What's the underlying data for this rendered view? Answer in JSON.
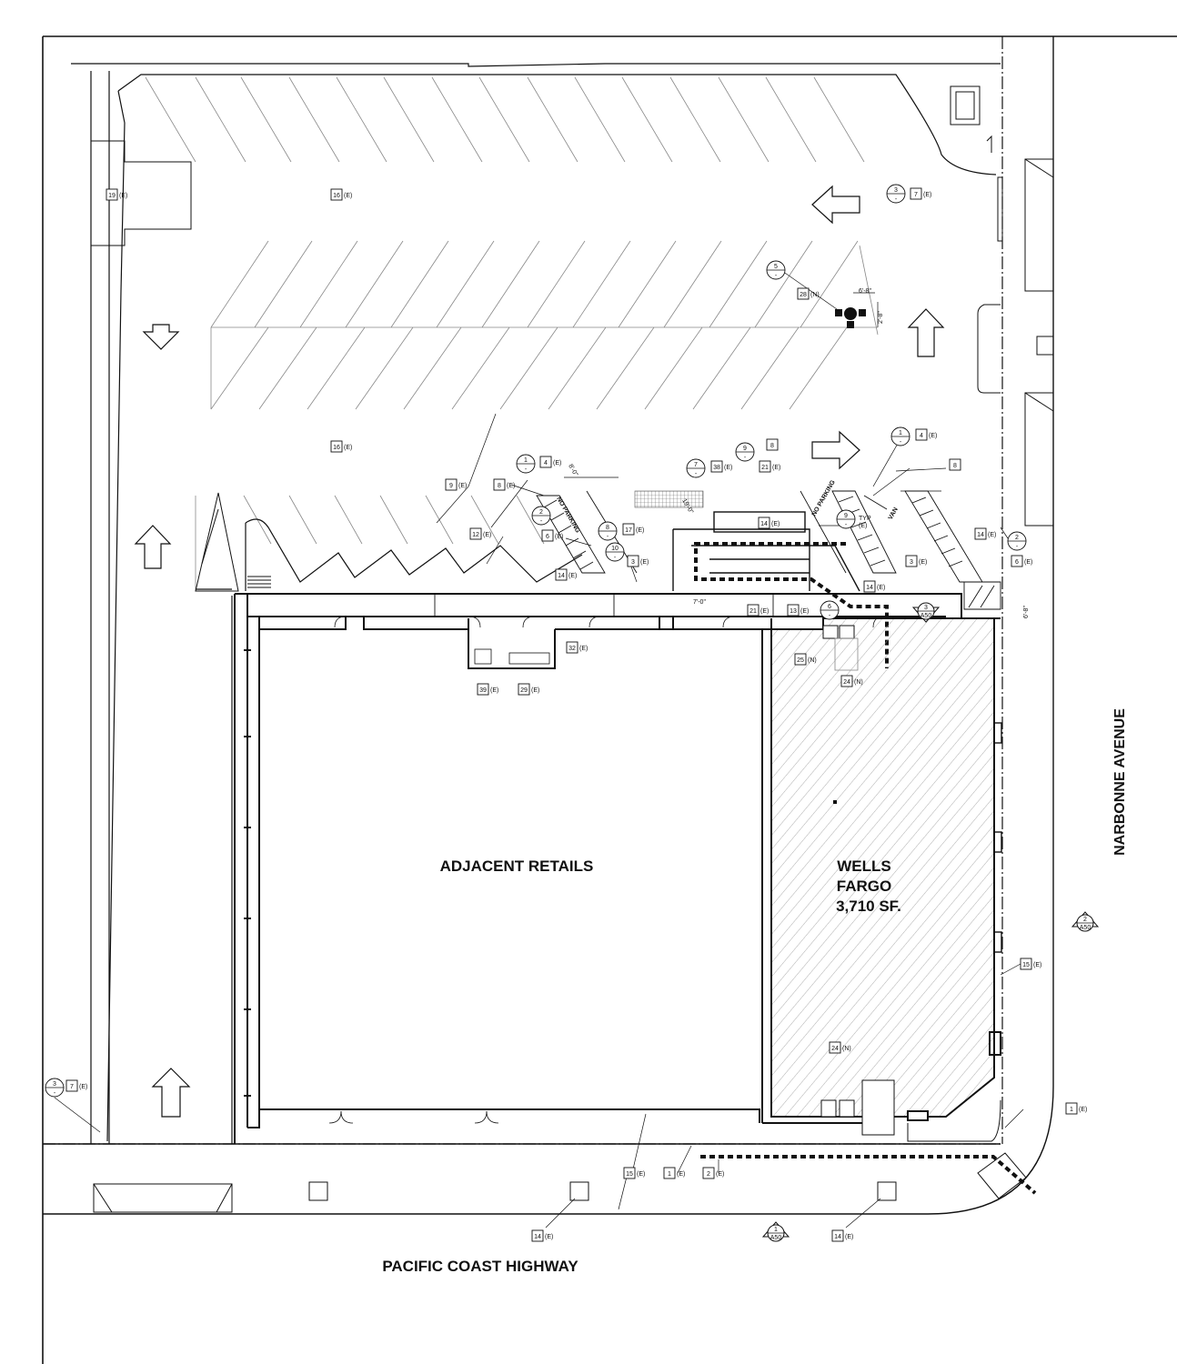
{
  "labels": {
    "adjacent": "ADJACENT RETAILS",
    "wells_line1": "WELLS",
    "wells_line2": "FARGO",
    "wells_line3": "3,710 SF.",
    "street_south": "PACIFIC COAST HIGHWAY",
    "street_east": "NARBONNE AVENUE",
    "no_parking": "NO PARKING",
    "van": "VAN",
    "typ": "TYP",
    "e_suffix": "(E)",
    "n_suffix": "(N)",
    "dash": "-",
    "sheet_a50": "A50",
    "dims": [
      "6'-8\"",
      "2'-8\"",
      "7'-0\"",
      "6'-8\"",
      "19'-0\"",
      "8'-0\""
    ]
  },
  "keynotes": [
    {
      "num": "19",
      "status": "(E)"
    },
    {
      "num": "16",
      "status": "(E)"
    },
    {
      "num": "7",
      "status": "(E)"
    },
    {
      "num": "28",
      "status": "(N)"
    },
    {
      "num": "16",
      "status": "(E)"
    },
    {
      "num": "4",
      "status": "(E)"
    },
    {
      "num": "8",
      "status": ""
    },
    {
      "num": "38",
      "status": "(E)"
    },
    {
      "num": "21",
      "status": "(E)"
    },
    {
      "num": "8",
      "status": ""
    },
    {
      "num": "4",
      "status": "(E)"
    },
    {
      "num": "9",
      "status": "(E)"
    },
    {
      "num": "8",
      "status": "(E)"
    },
    {
      "num": "12",
      "status": "(E)"
    },
    {
      "num": "6",
      "status": "(E)"
    },
    {
      "num": "17",
      "status": "(E)"
    },
    {
      "num": "3",
      "status": "(E)"
    },
    {
      "num": "14",
      "status": "(E)"
    },
    {
      "num": "14",
      "status": "(E)"
    },
    {
      "num": "3",
      "status": "(E)"
    },
    {
      "num": "14",
      "status": "(E)"
    },
    {
      "num": "14",
      "status": "(E)"
    },
    {
      "num": "6",
      "status": "(E)"
    },
    {
      "num": "21",
      "status": "(E)"
    },
    {
      "num": "13",
      "status": "(E)"
    },
    {
      "num": "32",
      "status": "(E)"
    },
    {
      "num": "25",
      "status": "(N)"
    },
    {
      "num": "24",
      "status": "(N)"
    },
    {
      "num": "39",
      "status": "(E)"
    },
    {
      "num": "29",
      "status": "(E)"
    },
    {
      "num": "15",
      "status": "(E)"
    },
    {
      "num": "24",
      "status": "(N)"
    },
    {
      "num": "7",
      "status": "(E)"
    },
    {
      "num": "1",
      "status": "(E)"
    },
    {
      "num": "15",
      "status": "(E)"
    },
    {
      "num": "1",
      "status": "(E)"
    },
    {
      "num": "2",
      "status": "(E)"
    },
    {
      "num": "14",
      "status": "(E)"
    },
    {
      "num": "14",
      "status": "(E)"
    }
  ],
  "detail_bubbles": [
    {
      "num": "3",
      "sheet": "-"
    },
    {
      "num": "5",
      "sheet": "-"
    },
    {
      "num": "1",
      "sheet": "-"
    },
    {
      "num": "7",
      "sheet": "-"
    },
    {
      "num": "9",
      "sheet": "-"
    },
    {
      "num": "1",
      "sheet": "-"
    },
    {
      "num": "2",
      "sheet": "-"
    },
    {
      "num": "8",
      "sheet": "-"
    },
    {
      "num": "10",
      "sheet": "-"
    },
    {
      "num": "9",
      "sheet": "-"
    },
    {
      "num": "2",
      "sheet": "-"
    },
    {
      "num": "6",
      "sheet": "-"
    },
    {
      "num": "3",
      "sheet": "-"
    }
  ],
  "section_markers": [
    {
      "num": "3",
      "sheet": "A50"
    },
    {
      "num": "2",
      "sheet": "A50"
    },
    {
      "num": "1",
      "sheet": "A50"
    }
  ]
}
